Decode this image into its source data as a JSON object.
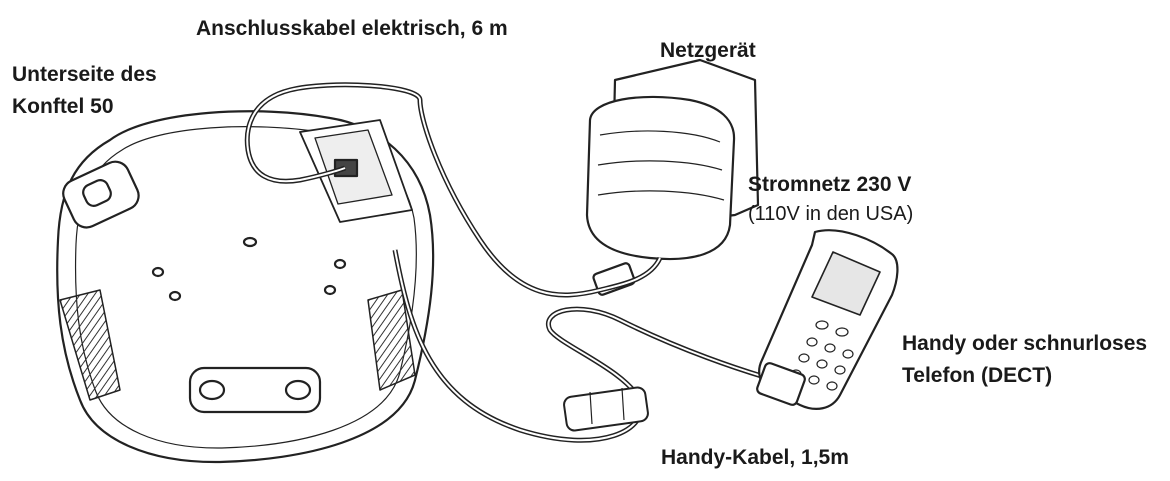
{
  "labels": {
    "unterseite_line1": "Unterseite des",
    "unterseite_line2": "Konftel 50",
    "anschlusskabel": "Anschlusskabel elektrisch, 6 m",
    "netzgeraet": "Netzgerät",
    "stromnetz": "Stromnetz 230 V",
    "stromnetz_usa": "(110V in den USA)",
    "handy_line1": "Handy oder schnurloses",
    "handy_line2": "Telefon (DECT)",
    "handy_kabel": "Handy-Kabel, 1,5m"
  },
  "colors": {
    "line": "#222222",
    "fill": "#ffffff",
    "shade": "#d9d9d9"
  }
}
